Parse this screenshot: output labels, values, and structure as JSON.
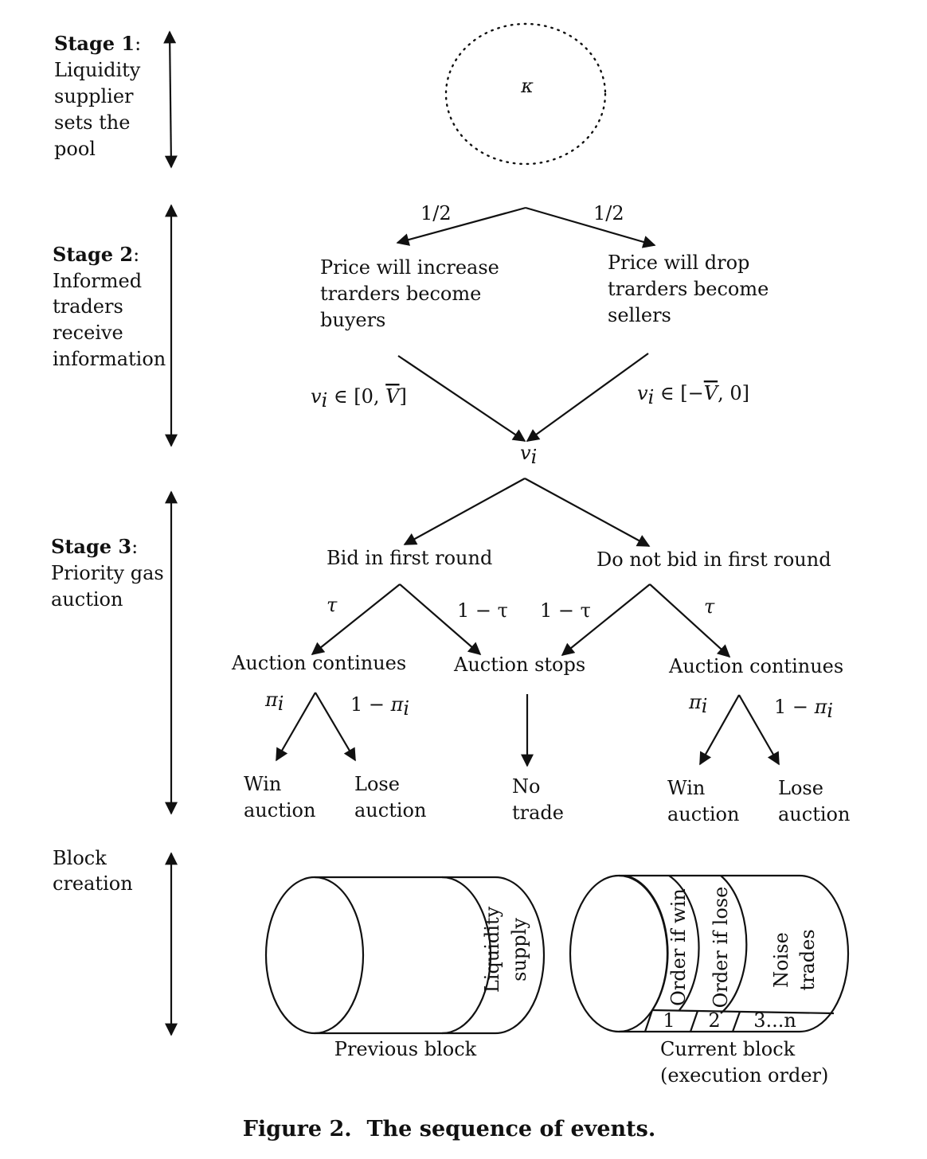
{
  "stages": {
    "s1": {
      "bold": "Stage 1",
      "lines": [
        "Liquidity",
        "supplier",
        "sets the",
        "pool"
      ]
    },
    "s2": {
      "bold": "Stage 2",
      "lines": [
        "Informed",
        "traders",
        "receive",
        "information"
      ]
    },
    "s3": {
      "bold": "Stage 3",
      "lines": [
        "Priority gas",
        "auction"
      ]
    },
    "s4": {
      "lines": [
        "Block",
        "creation"
      ]
    }
  },
  "stage1": {
    "pool_symbol": "κ"
  },
  "stage2": {
    "prob_left": "1/2",
    "prob_right": "1/2",
    "up": [
      "Price will increase",
      "trarders become",
      "buyers"
    ],
    "down": [
      "Price will drop",
      "trarders become",
      "sellers"
    ],
    "value_up": {
      "var": "v",
      "sub": "i",
      "rest": " ∈ [0, ",
      "bar": "V",
      "end": "]"
    },
    "value_down": {
      "var": "v",
      "sub": "i",
      "rest": " ∈ [−",
      "bar": "V",
      "end": ", 0]"
    },
    "merged": {
      "var": "v",
      "sub": "i"
    }
  },
  "stage3": {
    "bid": "Bid in first round",
    "nobid": "Do not bid in first round",
    "tau": "τ",
    "one_minus_tau": "1 − τ",
    "continues": "Auction continues",
    "stops": "Auction stops",
    "pi": {
      "var": "π",
      "sub": "i"
    },
    "one_minus_pi": {
      "pre": "1 − ",
      "var": "π",
      "sub": "i"
    },
    "win": [
      "Win",
      "auction"
    ],
    "lose": [
      "Lose",
      "auction"
    ],
    "notrade": [
      "No",
      "trade"
    ]
  },
  "blocks": {
    "previous": {
      "slice": [
        "Liquidity",
        "supply"
      ],
      "label": "Previous block"
    },
    "current": {
      "slices": [
        "Order if win",
        "Order if lose"
      ],
      "noise": [
        "Noise",
        "trades"
      ],
      "order": [
        "1",
        "2",
        "3...n"
      ],
      "label": [
        "Current block",
        "(execution order)"
      ]
    }
  },
  "caption": "Figure 2.  The sequence of events."
}
